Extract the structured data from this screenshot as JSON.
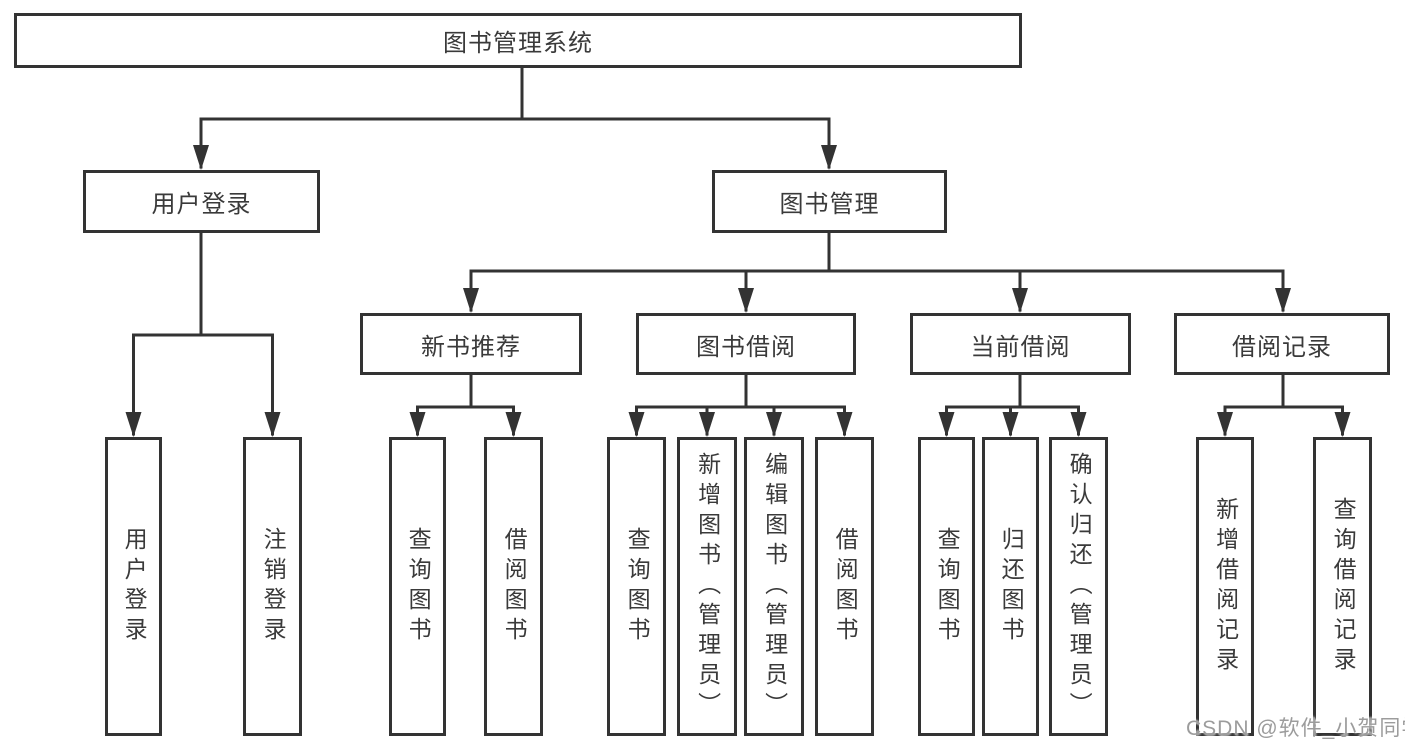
{
  "tree": {
    "label": "图书管理系统",
    "children": [
      {
        "label": "用户登录",
        "children": [
          {
            "label": "用户登录"
          },
          {
            "label": "注销登录"
          }
        ]
      },
      {
        "label": "图书管理",
        "children": [
          {
            "label": "新书推荐",
            "children": [
              {
                "label": "查询图书"
              },
              {
                "label": "借阅图书"
              }
            ]
          },
          {
            "label": "图书借阅",
            "children": [
              {
                "label": "查询图书"
              },
              {
                "label": "新增图书（管理员）"
              },
              {
                "label": "编辑图书（管理员）"
              },
              {
                "label": "借阅图书"
              }
            ]
          },
          {
            "label": "当前借阅",
            "children": [
              {
                "label": "查询图书"
              },
              {
                "label": "归还图书"
              },
              {
                "label": "确认归还（管理员）"
              }
            ]
          },
          {
            "label": "借阅记录",
            "children": [
              {
                "label": "新增借阅记录"
              },
              {
                "label": "查询借阅记录"
              }
            ]
          }
        ]
      }
    ]
  },
  "watermark": {
    "text": "CSDN @软件_小贺同学"
  },
  "colors": {
    "line": "#333333",
    "node_border": "#333333",
    "text": "#3a3a3a",
    "background": "#ffffff",
    "watermark": "#9c9c9c"
  }
}
